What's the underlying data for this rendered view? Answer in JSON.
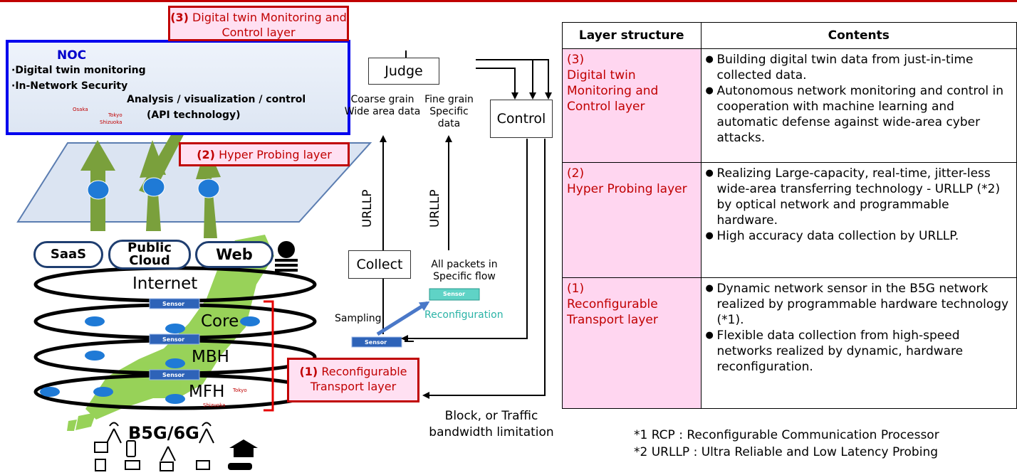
{
  "boxes": {
    "layer3_num": "(3)",
    "layer3_text": "Digital twin Monitoring and Control layer",
    "layer2_num": "(2)",
    "layer2_text": "Hyper Probing layer",
    "layer1_num": "(1)",
    "layer1_text": "Reconfigurable Transport layer"
  },
  "noc": {
    "title": "NOC",
    "item1": "·Digital twin monitoring",
    "item2": "·In-Network Security",
    "analysis": "Analysis / visualization / control",
    "api": "(API technology)",
    "map_labels": [
      "Osaka",
      "Tokyo",
      "Shizuoka"
    ]
  },
  "clouds": [
    "SaaS",
    "Public Cloud",
    "Web"
  ],
  "rings": [
    "Internet",
    "Core",
    "MBH",
    "MFH"
  ],
  "sensor_label": "Sensor",
  "map_labels_bottom": [
    "Tokyo",
    "Shizuoka"
  ],
  "b5g": "B5G/6G",
  "flow": {
    "judge": "Judge",
    "control": "Control",
    "collect": "Collect",
    "coarse": "Coarse grain Wide area data",
    "fine": "Fine grain Specific data",
    "urllp1": "URLLP",
    "urllp2": "URLLP",
    "all_packets": "All packets in Specific flow",
    "sampling": "Sampling",
    "reconfiguration": "Reconfiguration",
    "block": "Block, or Traffic bandwidth limitation"
  },
  "table": {
    "headers": [
      "Layer structure",
      "Contents"
    ],
    "rows": [
      {
        "num": "(3)",
        "layer": "Digital twin Monitoring and Control layer",
        "items": [
          "Building digital twin data from just-in-time collected data.",
          "Autonomous network monitoring and control in cooperation with machine learning and automatic defense against wide-area cyber attacks."
        ]
      },
      {
        "num": "(2)",
        "layer": "Hyper Probing layer",
        "items": [
          "Realizing Large-capacity, real-time, jitter-less wide-area transferring technology - URLLP (*2) by optical network and programmable hardware.",
          "High accuracy data collection by URLLP."
        ]
      },
      {
        "num": "(1)",
        "layer": "Reconfigurable Transport layer",
        "items": [
          "Dynamic network sensor in the B5G network realized by programmable hardware technology (*1).",
          "Flexible data collection from high-speed networks realized by dynamic, hardware reconfiguration."
        ]
      }
    ]
  },
  "footnotes": [
    "*1 RCP : Reconfigurable Communication Processor",
    "*2 URLLP : Ultra Reliable and Low Latency Probing"
  ],
  "colors": {
    "red": "#c00000",
    "pink": "#ffd6f0",
    "blue": "#0000ee",
    "green": "#7aa03c",
    "map_green": "#92d050"
  }
}
